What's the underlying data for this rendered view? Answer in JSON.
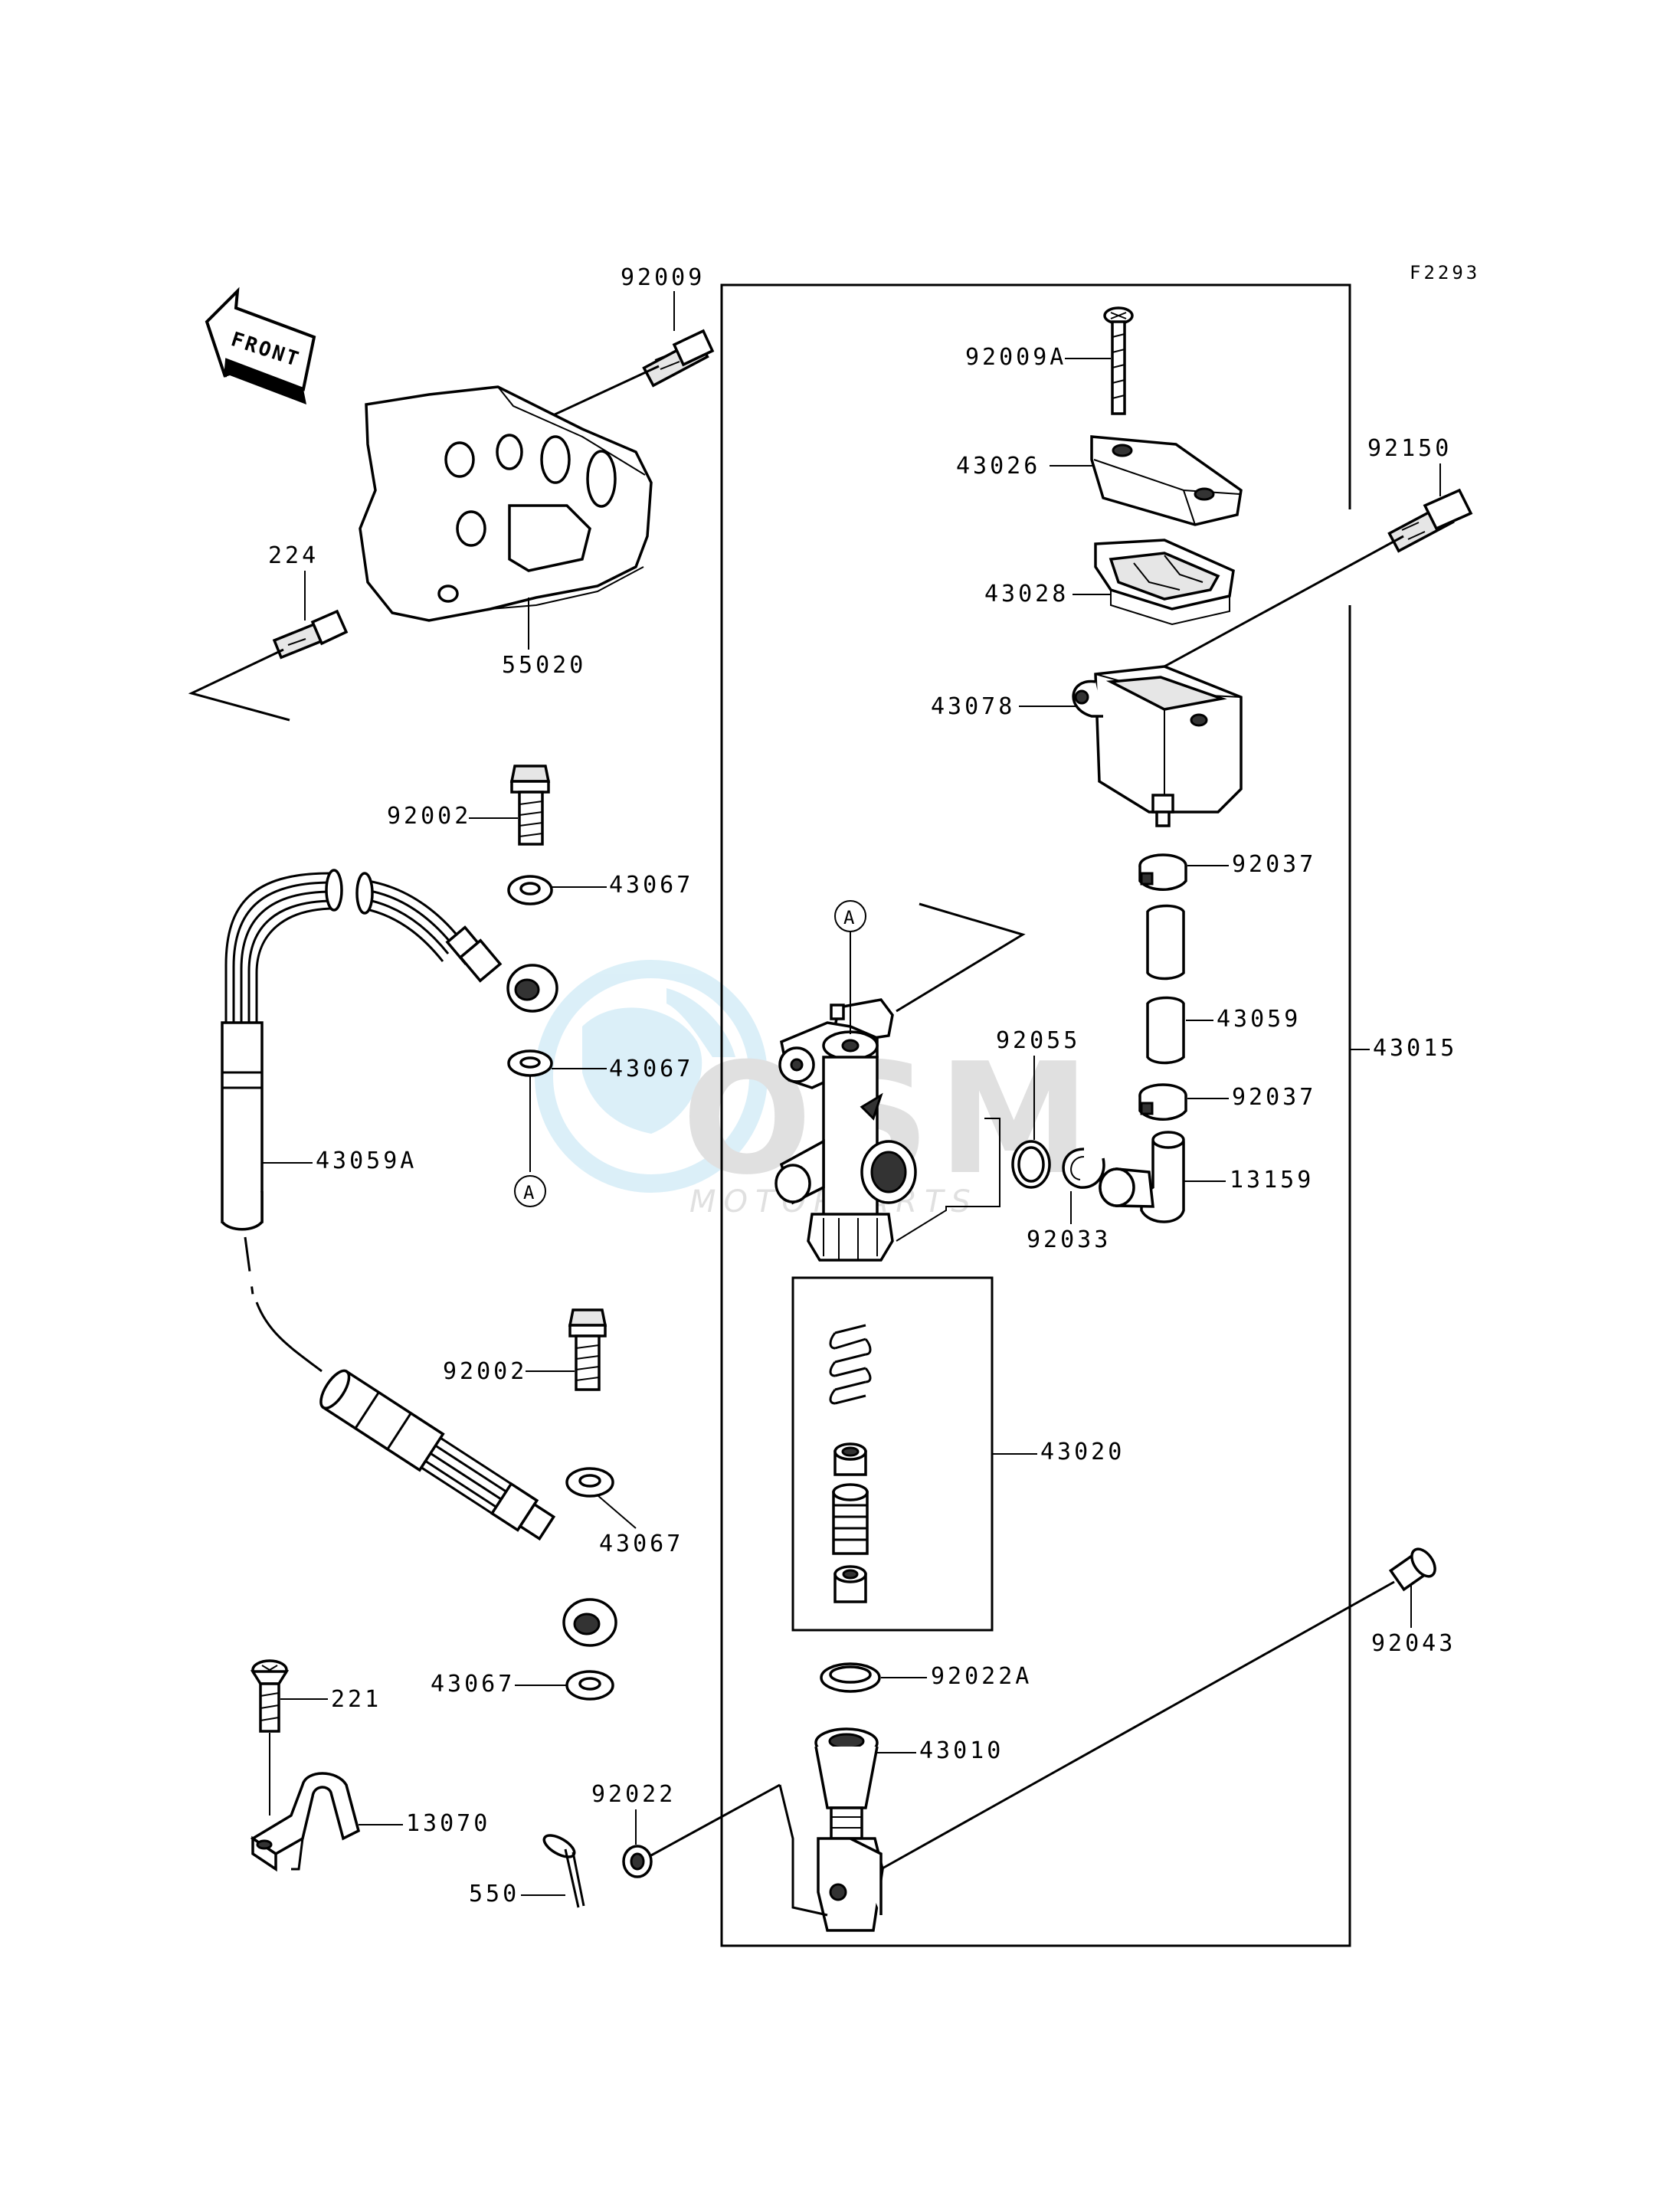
{
  "figure_code": "F2293",
  "front_label": "FRONT",
  "ref_marker": "A",
  "watermark": {
    "brand": "OSM",
    "sub": "MOTORPARTS"
  },
  "labels": {
    "p92009": "92009",
    "p224": "224",
    "p55020": "55020",
    "p92002_top": "92002",
    "p43067_a": "43067",
    "p43067_b": "43067",
    "p43059a": "43059A",
    "p92002_bot": "92002",
    "p43067_c": "43067",
    "p43067_d": "43067",
    "p221": "221",
    "p13070": "13070",
    "p92022": "92022",
    "p550": "550",
    "p92009a": "92009A",
    "p43026": "43026",
    "p43028": "43028",
    "p43078": "43078",
    "p92150": "92150",
    "p92037_a": "92037",
    "p43059": "43059",
    "p92037_b": "92037",
    "p13159": "13159",
    "p43015": "43015",
    "p92055": "92055",
    "p92033": "92033",
    "p43020": "43020",
    "p92022a": "92022A",
    "p43010": "43010",
    "p92043": "92043"
  }
}
